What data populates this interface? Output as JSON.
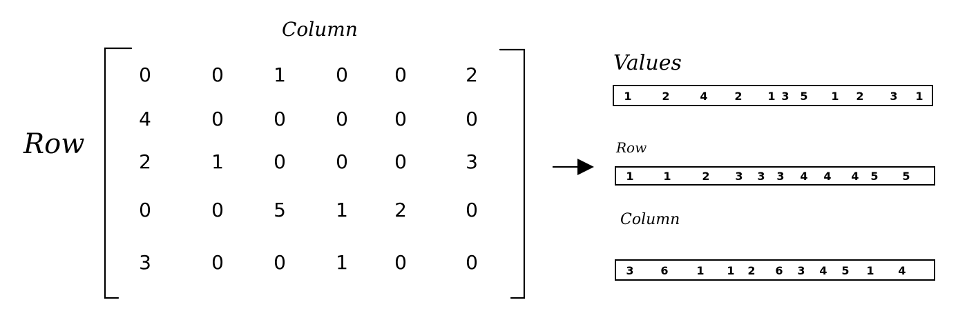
{
  "diagram": {
    "matrix": {
      "column_label": "Column",
      "row_label": "Row",
      "rows": [
        [
          "0",
          "0",
          "1",
          "0",
          "0",
          "2"
        ],
        [
          "4",
          "0",
          "0",
          "0",
          "0",
          "0"
        ],
        [
          "2",
          "1",
          "0",
          "0",
          "0",
          "3"
        ],
        [
          "0",
          "0",
          "5",
          "1",
          "2",
          "0"
        ],
        [
          "3",
          "0",
          "0",
          "1",
          "0",
          "0"
        ]
      ]
    },
    "arrow": "right-arrow",
    "arrays": [
      {
        "label": "Values",
        "items": [
          "1",
          "2",
          "4",
          "2",
          "1",
          "3",
          "5",
          "1",
          "2",
          "3",
          "1"
        ]
      },
      {
        "label": "Row",
        "items": [
          "1",
          "1",
          "2",
          "3",
          "3",
          "3",
          "4",
          "4",
          "4",
          "5",
          "5"
        ]
      },
      {
        "label": "Column",
        "items": [
          "3",
          "6",
          "1",
          "1",
          "2",
          "6",
          "3",
          "4",
          "5",
          "1",
          "4"
        ]
      }
    ]
  }
}
